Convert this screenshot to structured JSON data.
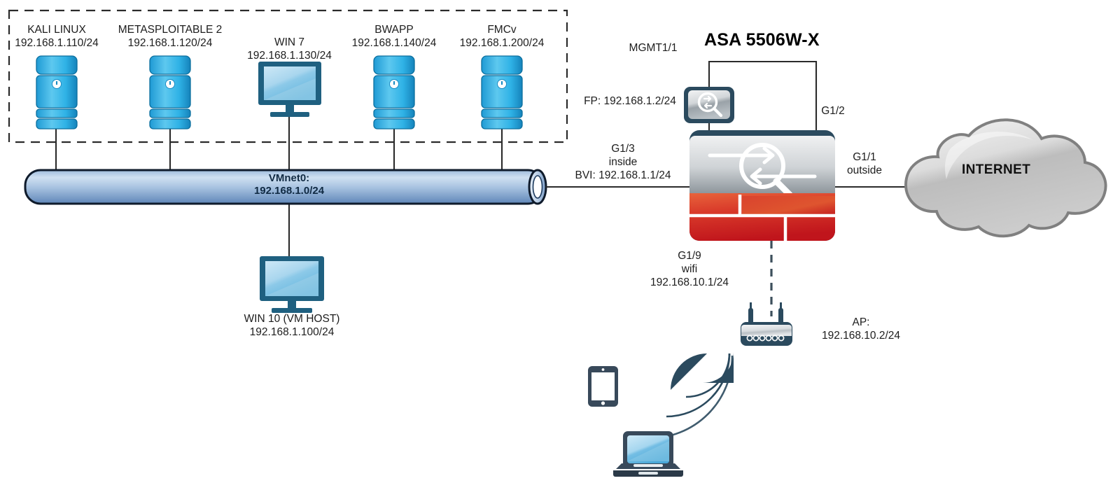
{
  "diagram": {
    "title": "ASA 5506W-X",
    "lan_group": {
      "border_style": "dashed",
      "hosts": [
        {
          "name": "KALI LINUX",
          "ip": "192.168.1.110/24",
          "icon": "server-tower-icon"
        },
        {
          "name": "METASPLOITABLE 2",
          "ip": "192.168.1.120/24",
          "icon": "server-tower-icon"
        },
        {
          "name": "WIN 7",
          "ip": "192.168.1.130/24",
          "icon": "desktop-monitor-icon"
        },
        {
          "name": "BWAPP",
          "ip": "192.168.1.140/24",
          "icon": "server-tower-icon"
        },
        {
          "name": "FMCv",
          "ip": "192.168.1.200/24",
          "icon": "server-tower-icon"
        }
      ]
    },
    "switch": {
      "name": "VMnet0:",
      "network": "192.168.1.0/24"
    },
    "host_pc": {
      "name": "WIN 10 (VM HOST)",
      "ip": "192.168.1.100/24",
      "icon": "desktop-monitor-icon"
    },
    "firepower_module": {
      "label": "FP: 192.168.1.2/24",
      "link_label": "MGMT1/1",
      "icon": "firepower-module-icon"
    },
    "firewall": {
      "icon": "asa-firewall-icon"
    },
    "interfaces": [
      {
        "id": "G1/3",
        "zone": "inside",
        "address": "BVI: 192.168.1.1/24"
      },
      {
        "id": "G1/1",
        "zone": "outside",
        "address": ""
      },
      {
        "id": "G1/2",
        "zone": "",
        "address": ""
      },
      {
        "id": "G1/9",
        "zone": "wifi",
        "address": "192.168.10.1/24"
      }
    ],
    "access_point": {
      "label": "AP:",
      "ip": "192.168.10.2/24",
      "icon": "wireless-ap-icon"
    },
    "wireless_clients": [
      {
        "name": "tablet",
        "icon": "tablet-icon"
      },
      {
        "name": "laptop",
        "icon": "laptop-icon"
      }
    ],
    "internet": {
      "label": "INTERNET",
      "icon": "cloud-icon"
    },
    "colors": {
      "server_blue": "#29abe2",
      "monitor_bezel": "#1f6080",
      "firewall_red": "#cf2027",
      "firewall_gray": "#c9ccce",
      "device_navy": "#2b4a5e",
      "cloud_gray": "#cfcfcf",
      "link": "#2b2b2b"
    }
  }
}
